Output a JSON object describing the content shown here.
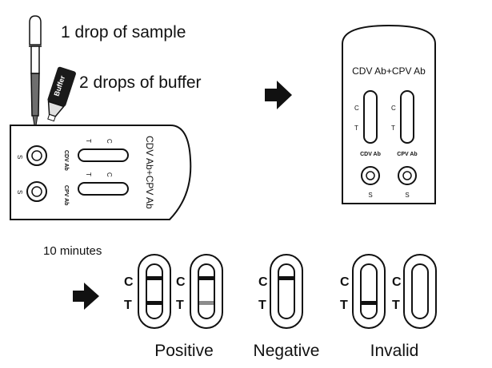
{
  "steps": {
    "sample_text": "1 drop of sample",
    "buffer_text": "2 drops of buffer",
    "buffer_bottle_label": "Buffer",
    "time_text": "10 minutes"
  },
  "cassette": {
    "title": "CDV Ab+CPV Ab",
    "strip1_label": "CDV Ab",
    "strip2_label": "CPV Ab",
    "c_mark": "C",
    "t_mark": "T",
    "s_mark": "S"
  },
  "results": {
    "c_label": "C",
    "t_label": "T",
    "positive": "Positive",
    "negative": "Negative",
    "invalid": "Invalid"
  },
  "colors": {
    "line": "#111111",
    "faint_line": "#8c8c8c",
    "arrow": "#111111"
  }
}
